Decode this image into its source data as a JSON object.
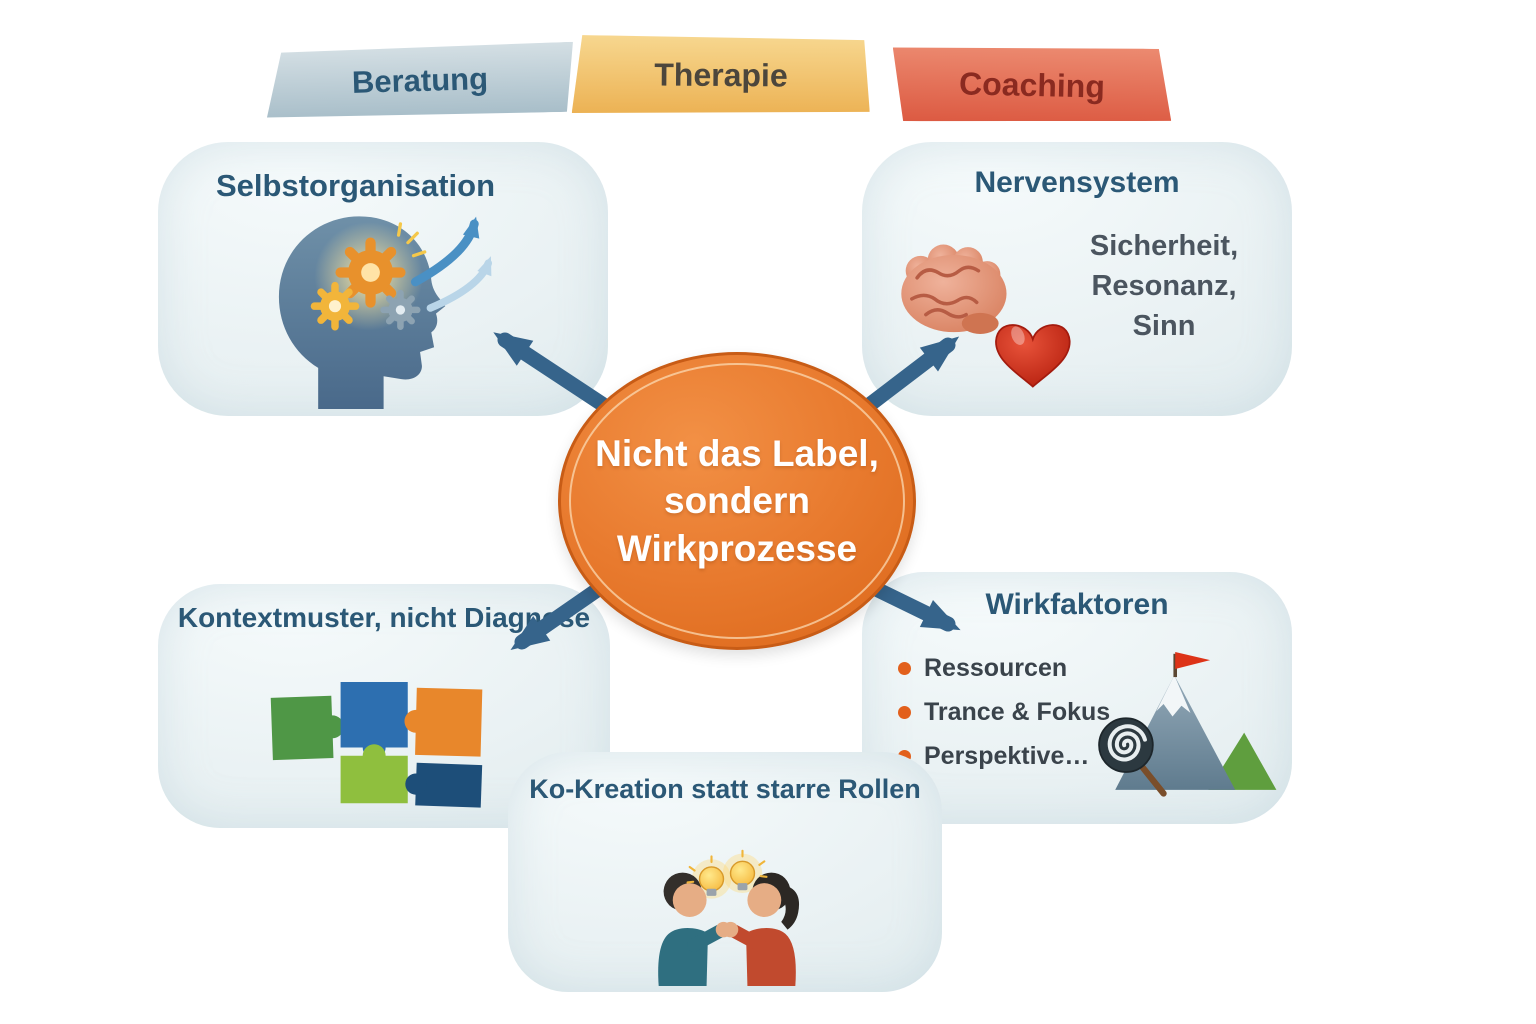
{
  "banners": [
    {
      "id": "beratung",
      "label": "Beratung"
    },
    {
      "id": "therapie",
      "label": "Therapie"
    },
    {
      "id": "coaching",
      "label": "Coaching"
    }
  ],
  "center": {
    "text": "Nicht das Label,\nsondern\nWirkprozesse"
  },
  "boxes": {
    "selbstorganisation": {
      "title": "Selbstorganisation"
    },
    "nervensystem": {
      "title": "Nervensystem",
      "keywords": "Sicherheit,\nResonanz,\nSinn"
    },
    "kontextmuster": {
      "title": "Kontextmuster, nicht Diagnose"
    },
    "wirkfaktoren": {
      "title": "Wirkfaktoren",
      "items": [
        "Ressourcen",
        "Trance & Fokus",
        "Perspektive…"
      ]
    },
    "kokreation": {
      "title": "Ko-Kreation statt starre Rollen"
    }
  },
  "colors": {
    "accent_orange": "#e87a2e",
    "arrow_blue": "#36648b",
    "title_blue": "#2b5876",
    "box_background": "#e9f1f3",
    "banner_beratung": "#a8bec9",
    "banner_therapie": "#ecb254",
    "banner_coaching": "#dc5a42",
    "bullet_orange": "#e2601c"
  }
}
